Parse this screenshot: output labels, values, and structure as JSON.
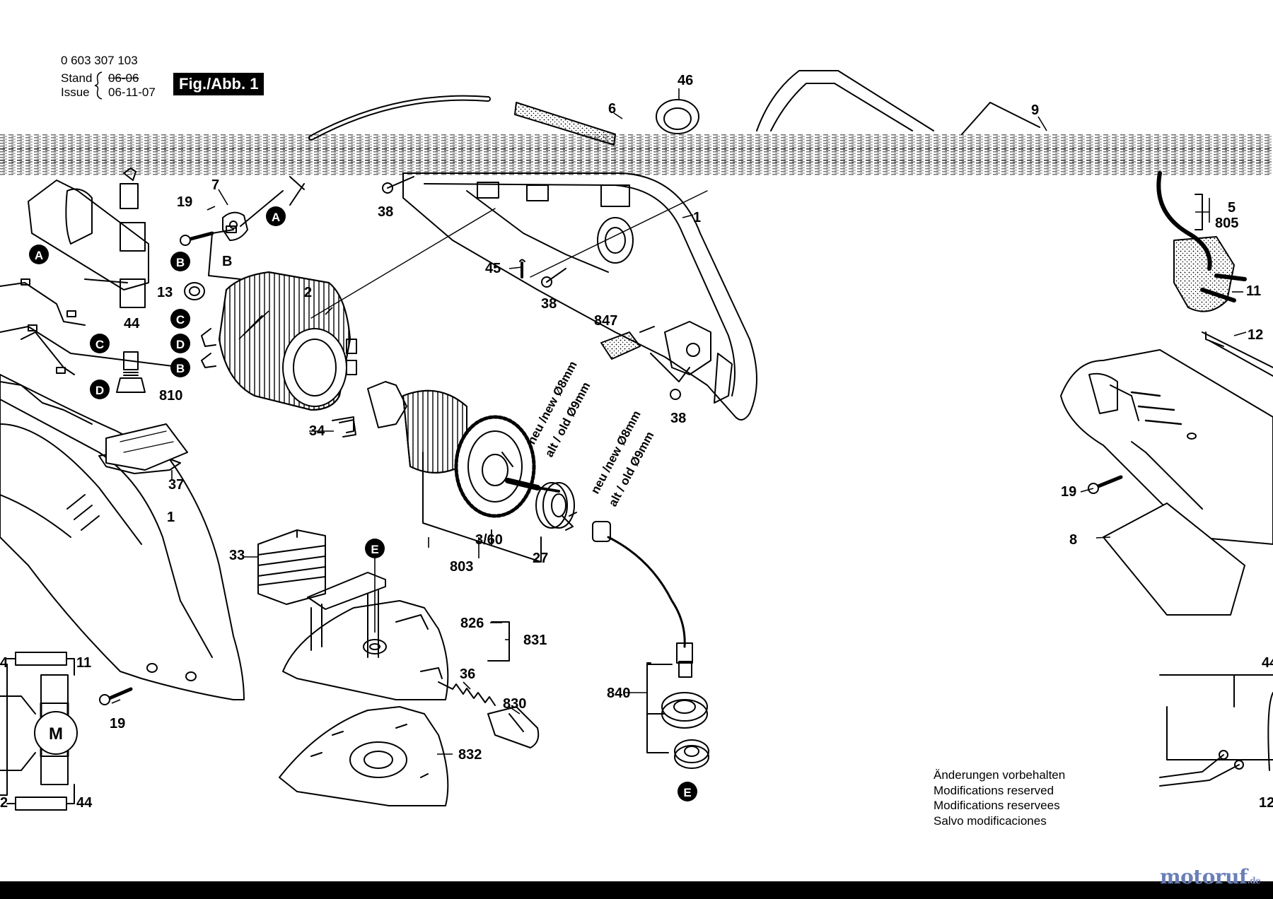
{
  "header": {
    "part_number": "0 603 307 103",
    "stand_label": "Stand",
    "stand_value": "06-06",
    "issue_label": "Issue",
    "issue_value": "06-11-07",
    "figure_label": "Fig./Abb. 1"
  },
  "notes": [
    "Änderungen vorbehalten",
    "Modifications reserved",
    "Modifications reservees",
    "Salvo modificaciones"
  ],
  "watermark": {
    "name": "motoruf",
    "suffix": ".de"
  },
  "callouts": [
    "46",
    "6",
    "9",
    "7",
    "19",
    "38",
    "1",
    "5",
    "805",
    "A",
    "B",
    "44",
    "45",
    "13",
    "2",
    "C",
    "D",
    "38",
    "11",
    "12",
    "847",
    "810",
    "34",
    "38",
    "37",
    "1",
    "19",
    "8",
    "E",
    "3/60",
    "27",
    "803",
    "33",
    "826",
    "831",
    "11",
    "44",
    "4",
    "M",
    "36",
    "830",
    "840",
    "19",
    "832",
    "E",
    "2",
    "44",
    "12"
  ],
  "motor_symbol": "M",
  "shaft_notes": [
    {
      "new": "neu /new Ø8mm",
      "old": "alt / old Ø9mm"
    },
    {
      "new": "neu /new Ø8mm",
      "old": "alt / old Ø9mm"
    }
  ],
  "colors": {
    "ink": "#000000",
    "background": "#ffffff",
    "watermark": "#6a7fb8"
  }
}
